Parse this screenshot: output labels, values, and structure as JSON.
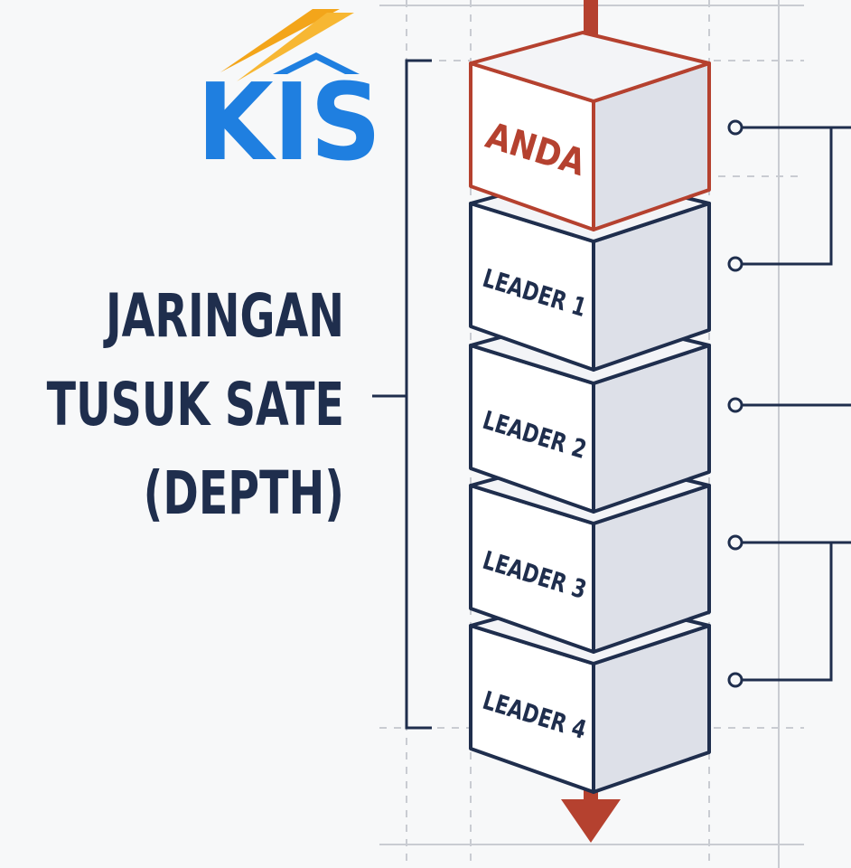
{
  "logo": {
    "text": "KIS"
  },
  "title": {
    "lines": [
      "JARINGAN",
      "TUSUK SATE",
      "(DEPTH)"
    ]
  },
  "chain": [
    {
      "label": "ANDA",
      "primary": true
    },
    {
      "label": "LEADER 1",
      "primary": false
    },
    {
      "label": "LEADER 2",
      "primary": false
    },
    {
      "label": "LEADER 3",
      "primary": false
    },
    {
      "label": "LEADER 4",
      "primary": false
    }
  ],
  "colors": {
    "accent": "#b5412f",
    "navy": "#1f2e4d",
    "logo_blue": "#1f7fe0",
    "logo_orange": "#f3a51a"
  }
}
